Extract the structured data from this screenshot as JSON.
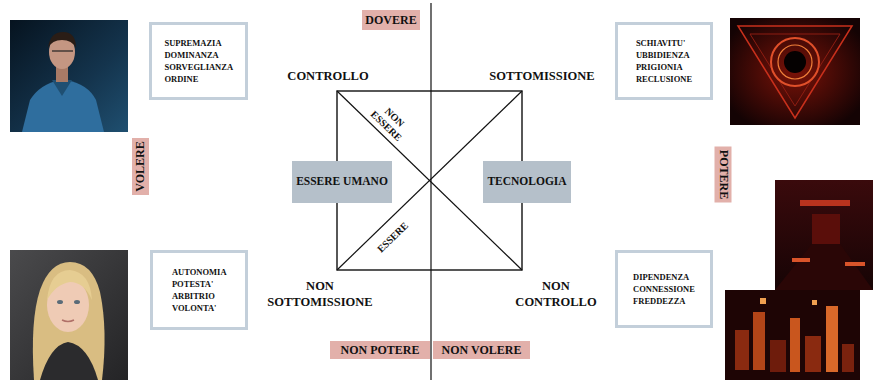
{
  "diagram": {
    "nodes": [
      {
        "text": [
          "DOVERE"
        ]
      },
      {
        "text": [
          "SUPREMAZIA DOMINANZA SORVEGLIANZA ORDINE"
        ]
      },
      {
        "text": [
          "SCHIAVITU' UBBIDIENZA PRIGIONIA RECLUSIONE"
        ]
      },
      {
        "text": [
          "VOLERE"
        ]
      },
      {
        "text": [
          "ESSERE UMANO"
        ]
      },
      {
        "text": [
          "TECNOLOGIA"
        ]
      },
      {
        "text": [
          "POTERE"
        ]
      },
      {
        "text": [
          "AUTONOMIA POTESTA' ARBITRIO VOLONTA'"
        ]
      },
      {
        "text": [
          "DIPENDENZA CONNESSIONE FREDDEZZA"
        ]
      },
      {
        "text": [
          "NON POTERE"
        ]
      },
      {
        "text": [
          "NON VOLERE"
        ]
      }
    ],
    "labels": [
      "CONTROLLO",
      "SOTTOMISSIONE",
      "NON ESSERE",
      "ESSERE",
      "NON SOTTOMISSIONE",
      "NON CONTROLLO"
    ]
  }
}
